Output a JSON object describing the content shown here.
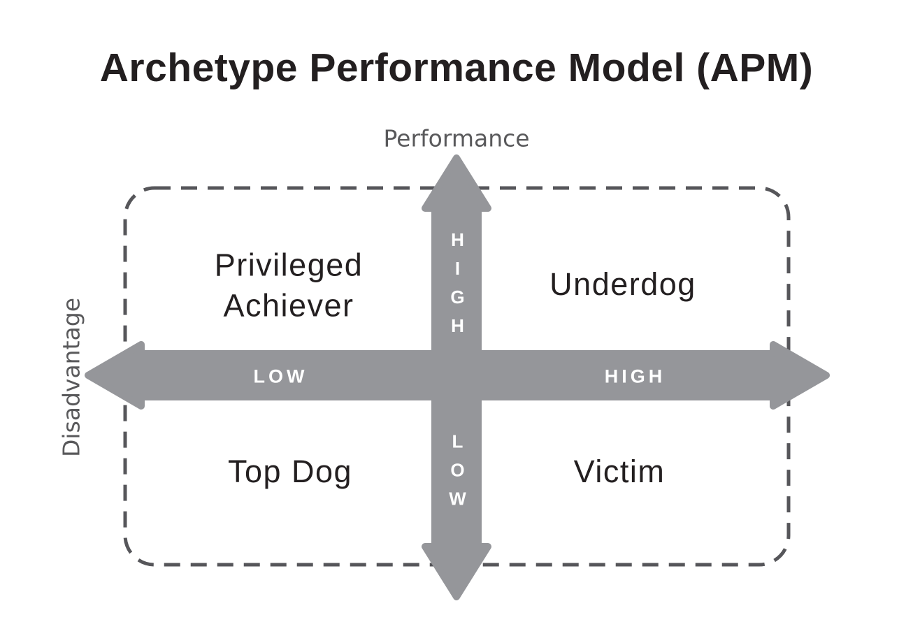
{
  "title": "Archetype Performance Model (APM)",
  "axes": {
    "vertical": {
      "label": "Performance",
      "high_label": "HIGH",
      "low_label": "LOW"
    },
    "horizontal": {
      "label": "Disadvantage",
      "low_label": "LOW",
      "high_label": "HIGH"
    }
  },
  "quadrants": {
    "top_left": "Privileged Achiever",
    "top_right": "Underdog",
    "bottom_left": "Top Dog",
    "bottom_right": "Victim"
  },
  "colors": {
    "title_text": "#231f20",
    "quadrant_text": "#231f20",
    "axis_title_text": "#59595b",
    "arrow_fill": "#95969a",
    "arrow_label_text": "#ffffff",
    "dashed_border": "#56565a",
    "background": "#ffffff"
  }
}
